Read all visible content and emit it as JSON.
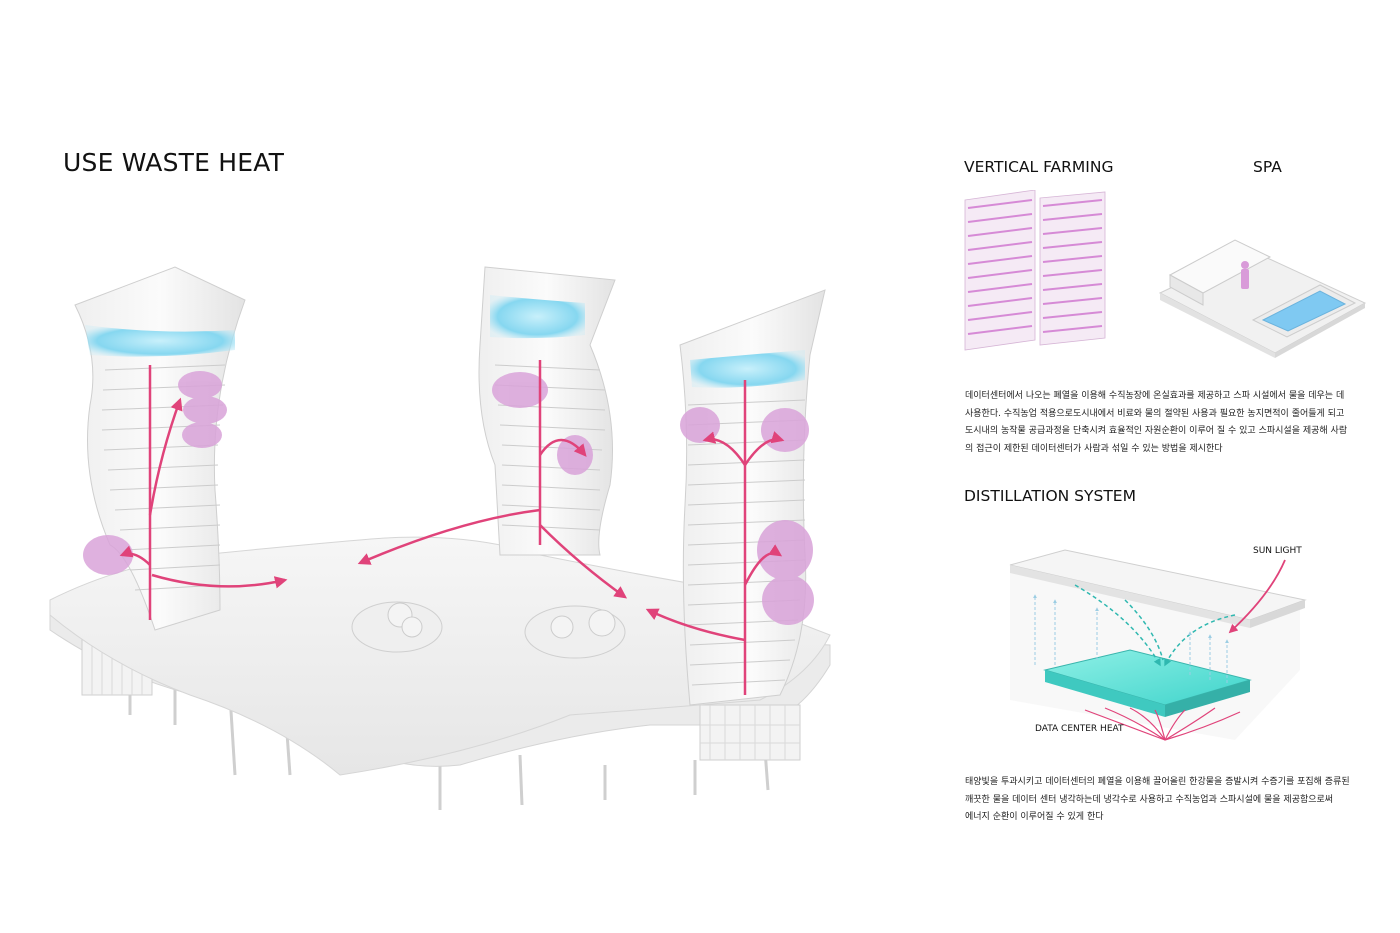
{
  "header": {
    "title": "USE WASTE HEAT"
  },
  "sections": {
    "vertical_farming": {
      "title": "VERTICAL FARMING"
    },
    "spa": {
      "title": "SPA"
    },
    "description_1": {
      "lines": [
        "데이터센터에서 나오는 폐열을 이용해 수직농장에 온실효과를 제공하고 스파 시설에서 물을 데우는 데",
        "사용한다. 수직농업 적용으로도시내에서 비료와 물의 절약된 사용과 필요한 농지면적이 줄어들게 되고",
        "도시내의 농작물 공급과정을 단축시켜 효율적인 자원순환이 이루어 질 수 있고 스파시설을 제공해 사람",
        "의 접근이 제한된 데이터센터가 사람과 섞일 수 있는 방법을 제시한다"
      ]
    },
    "distillation": {
      "title": "DISTILLATION SYSTEM",
      "sun_label": "SUN LIGHT",
      "heat_label": "DATA CENTER HEAT"
    },
    "description_2": {
      "lines": [
        "태양빛을 투과시키고 데이터센터의 폐열을 이용해 끌어올린 한강물을 증발시켜 수증기를 포집해 증류된",
        "깨끗한 물을 데이터 센터 냉각하는데  냉각수로 사용하고 수직농업과 스파시설에 물을 제공함으로써",
        "에너지 순환이 이루어질 수 있게 한다"
      ]
    }
  },
  "colors": {
    "accent_pink": "#e0437a",
    "water_blue": "#7fd3ee",
    "pool_teal": "#4fe0d6",
    "greenery": "#d89ad8"
  }
}
